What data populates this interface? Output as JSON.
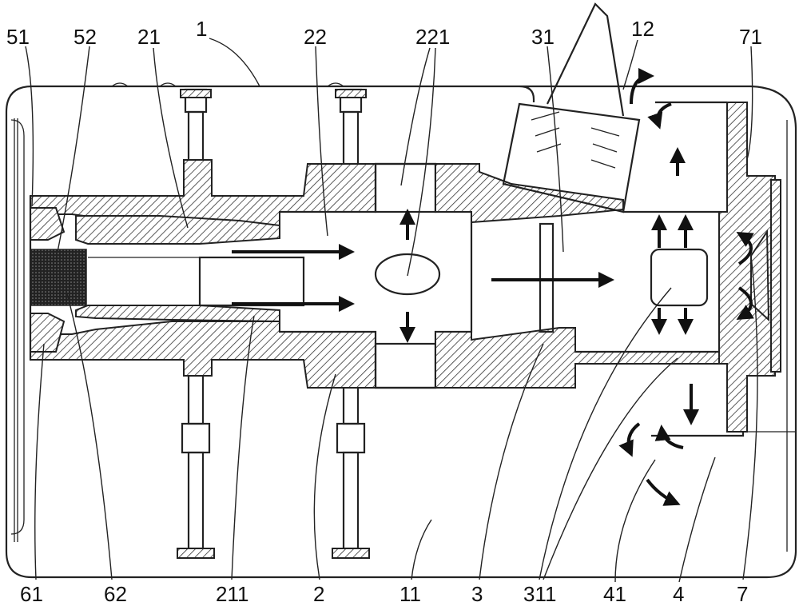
{
  "labels": {
    "l51": "51",
    "l52": "52",
    "l21": "21",
    "l1": "1",
    "l22": "22",
    "l221": "221",
    "l31": "31",
    "l12": "12",
    "l71": "71",
    "l61": "61",
    "l62": "62",
    "l211": "211",
    "l2": "2",
    "l11": "11",
    "l3": "3",
    "l311": "311",
    "l41": "41",
    "l4": "4",
    "l7": "7"
  }
}
